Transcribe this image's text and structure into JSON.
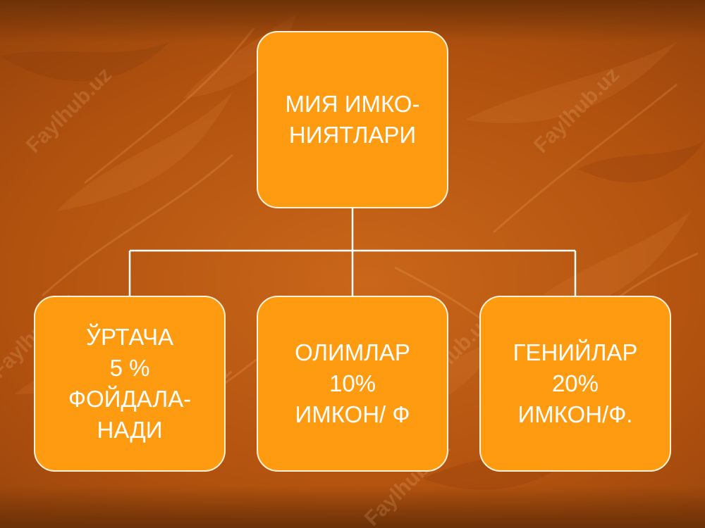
{
  "diagram": {
    "root": {
      "text": "МИЯ ИМКО-\nНИЯТЛАРИ"
    },
    "children": [
      {
        "text": "ЎРТАЧА\n5 %\nФОЙДАЛА-\nНАДИ"
      },
      {
        "text": "ОЛИМЛАР\n10%\nИМКОН/ Ф"
      },
      {
        "text": "ГЕНИЙЛАР\n20%\nИМКОН/Ф."
      }
    ]
  },
  "watermark": "Faylhub.uz",
  "colors": {
    "node_fill": "#fe9b11",
    "node_border": "#fff1d8",
    "connector": "#ffffff",
    "background": "#b8540e"
  }
}
